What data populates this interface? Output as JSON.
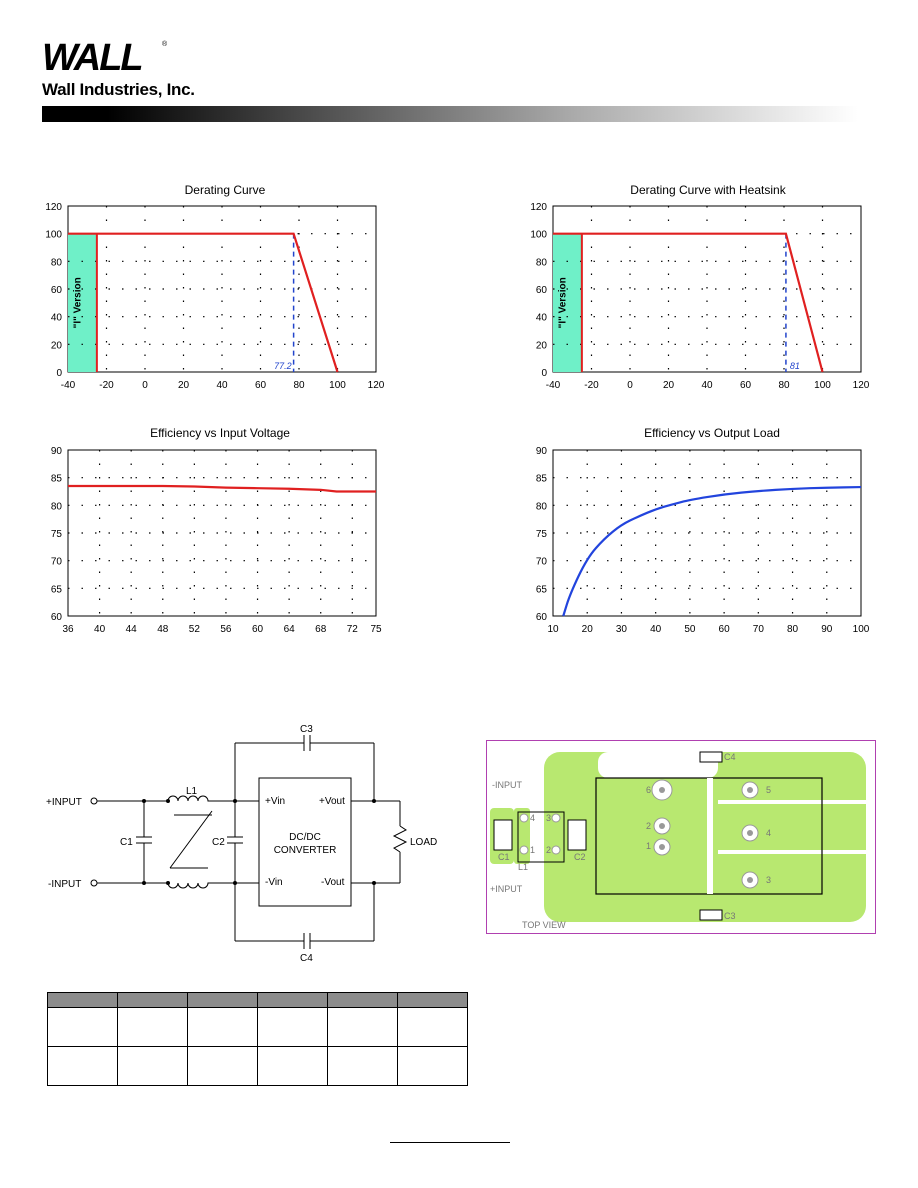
{
  "header": {
    "logo_text": "WALL",
    "registered_mark": "®",
    "company_name": "Wall Industries, Inc."
  },
  "colors": {
    "derating_line": "#e02020",
    "marker_line": "#2244cc",
    "efficiency_load_line": "#2244dd",
    "version_band": "#6ff0c8",
    "pcb_pad": "#b8e870",
    "pcb_border": "#b040b0"
  },
  "chart_data": [
    {
      "type": "line",
      "title": "Derating Curve",
      "xlim": [
        -40,
        120
      ],
      "ylim": [
        0,
        120
      ],
      "xticks": [
        -40,
        -20,
        0,
        20,
        40,
        60,
        80,
        100,
        120
      ],
      "yticks": [
        0,
        20,
        40,
        60,
        80,
        100,
        120
      ],
      "grid": "dotted",
      "band": {
        "label": "\"I\" Version",
        "x_from": -40,
        "x_to": -25
      },
      "series": [
        {
          "x": [
            -40,
            -25,
            77.2,
            100
          ],
          "y": [
            100,
            100,
            100,
            0
          ]
        }
      ],
      "marker": {
        "x": 77.2,
        "label": "77.2"
      },
      "vertical_line": {
        "x": -25
      }
    },
    {
      "type": "line",
      "title": "Derating Curve with Heatsink",
      "xlim": [
        -40,
        120
      ],
      "ylim": [
        0,
        120
      ],
      "xticks": [
        -40,
        -20,
        0,
        20,
        40,
        60,
        80,
        100,
        120
      ],
      "yticks": [
        0,
        20,
        40,
        60,
        80,
        100,
        120
      ],
      "grid": "dotted",
      "band": {
        "label": "\"I\" Version",
        "x_from": -40,
        "x_to": -25
      },
      "series": [
        {
          "x": [
            -40,
            -25,
            81,
            100
          ],
          "y": [
            100,
            100,
            100,
            0
          ]
        }
      ],
      "marker": {
        "x": 81,
        "label": "81"
      },
      "vertical_line": {
        "x": -25
      }
    },
    {
      "type": "line",
      "title": "Efficiency vs Input Voltage",
      "xlim": [
        36,
        75
      ],
      "ylim": [
        60,
        90
      ],
      "xticks": [
        36,
        40,
        44,
        48,
        52,
        56,
        60,
        64,
        68,
        72,
        75
      ],
      "yticks": [
        60,
        65,
        70,
        75,
        80,
        85,
        90
      ],
      "grid": "dotted",
      "series": [
        {
          "x": [
            36,
            40,
            44,
            48,
            52,
            56,
            60,
            64,
            68,
            70,
            72,
            75
          ],
          "y": [
            83.5,
            83.5,
            83.5,
            83.5,
            83.4,
            83.2,
            83.1,
            83.0,
            82.8,
            82.5,
            82.5,
            82.5
          ]
        }
      ]
    },
    {
      "type": "line",
      "title": "Efficiency vs Output Load",
      "xlim": [
        10,
        100
      ],
      "ylim": [
        60,
        90
      ],
      "xticks": [
        10,
        20,
        30,
        40,
        50,
        60,
        70,
        80,
        90,
        100
      ],
      "yticks": [
        60,
        65,
        70,
        75,
        80,
        85,
        90
      ],
      "grid": "dotted",
      "series": [
        {
          "x": [
            13,
            15,
            20,
            25,
            30,
            35,
            40,
            45,
            50,
            60,
            70,
            80,
            90,
            100
          ],
          "y": [
            60,
            64,
            70.5,
            74,
            76.5,
            78,
            79.3,
            80.2,
            81,
            82,
            82.6,
            83,
            83.2,
            83.3
          ]
        }
      ]
    }
  ],
  "schematic": {
    "plus_input": "+INPUT",
    "minus_input": "-INPUT",
    "c1": "C1",
    "c2": "C2",
    "c3": "C3",
    "c4": "C4",
    "l1": "L1",
    "pin_plus_vin": "+Vin",
    "pin_minus_vin": "-Vin",
    "pin_plus_vout": "+Vout",
    "pin_minus_vout": "-Vout",
    "converter_line1": "DC/DC",
    "converter_line2": "CONVERTER",
    "load": "LOAD"
  },
  "pcb": {
    "minus_input": "-INPUT",
    "plus_input": "+INPUT",
    "top_view": "TOP VIEW",
    "c1": "C1",
    "c2": "C2",
    "c3": "C3",
    "c4": "C4",
    "l1": "L1",
    "pins": [
      "1",
      "2",
      "3",
      "4",
      "5",
      "6"
    ],
    "small_pins": [
      "1",
      "2",
      "3",
      "4"
    ]
  }
}
